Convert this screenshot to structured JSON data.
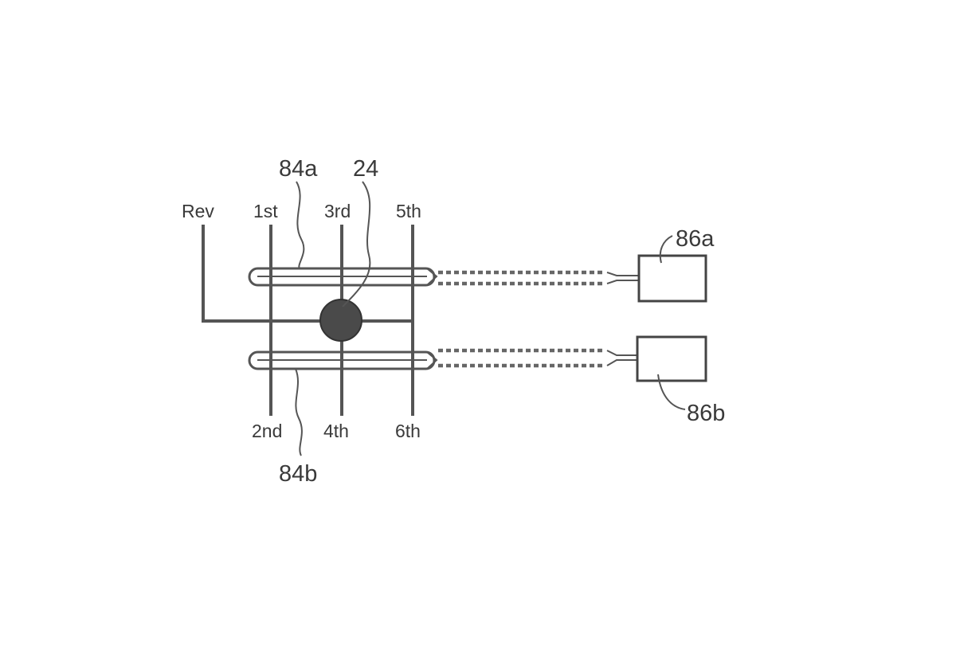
{
  "labels": {
    "rev": "Rev",
    "first": "1st",
    "second": "2nd",
    "third": "3rd",
    "fourth": "4th",
    "fifth": "5th",
    "sixth": "6th",
    "ref_84a": "84a",
    "ref_84b": "84b",
    "ref_24": "24",
    "ref_86a": "86a",
    "ref_86b": "86b"
  },
  "colors": {
    "line": "#555555",
    "knob": "#4a4a4a",
    "text": "#3a3a3a"
  }
}
